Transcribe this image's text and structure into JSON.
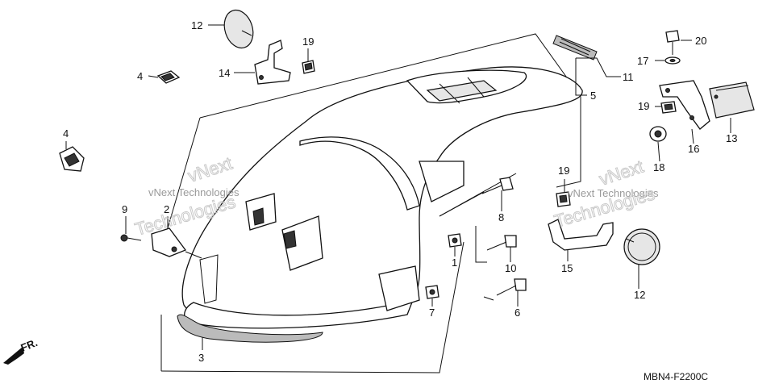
{
  "diagram": {
    "code": "MBN4-F2200C",
    "fr_label": "FR.",
    "watermark_text": "vNext Technologies",
    "watermark_outline_1": "vNext",
    "watermark_outline_2": "Technologies",
    "callouts": {
      "c1": "1",
      "c2": "2",
      "c3": "3",
      "c4a": "4",
      "c4b": "4",
      "c5": "5",
      "c6": "6",
      "c7": "7",
      "c8": "8",
      "c9": "9",
      "c10": "10",
      "c11": "11",
      "c12a": "12",
      "c12b": "12",
      "c13": "13",
      "c14": "14",
      "c15": "15",
      "c16": "16",
      "c17": "17",
      "c18": "18",
      "c19a": "19",
      "c19b": "19",
      "c19c": "19",
      "c20": "20"
    }
  }
}
